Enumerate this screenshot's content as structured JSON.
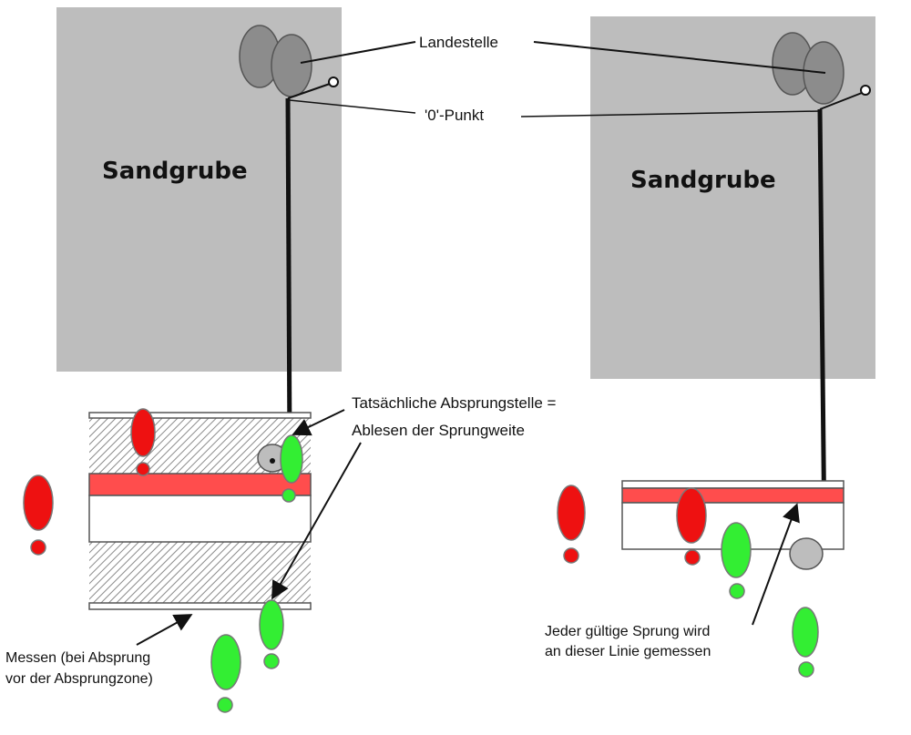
{
  "labels": {
    "pit_left": "Sandgrube",
    "pit_right": "Sandgrube",
    "landing_spot": "Landestelle",
    "zero_point": "'0'-Punkt",
    "actual_takeoff_line1": "Tatsächliche Absprungstelle =",
    "actual_takeoff_line2": "Ablesen der Sprungweite",
    "measure_line1": "Messen (bei Absprung",
    "measure_line2": "vor der Absprungzone)",
    "valid_jump_line1": "Jeder gültige Sprung wird",
    "valid_jump_line2": "an dieser Linie gemessen"
  },
  "colors": {
    "pit": "#bdbdbd",
    "landing_mark": "#8c8c8c",
    "takeoff_board": "#ff4d4d",
    "exclaim_red": "#ee1111",
    "exclaim_green": "#33ee33",
    "hatch": "#888888",
    "line": "#111111"
  }
}
